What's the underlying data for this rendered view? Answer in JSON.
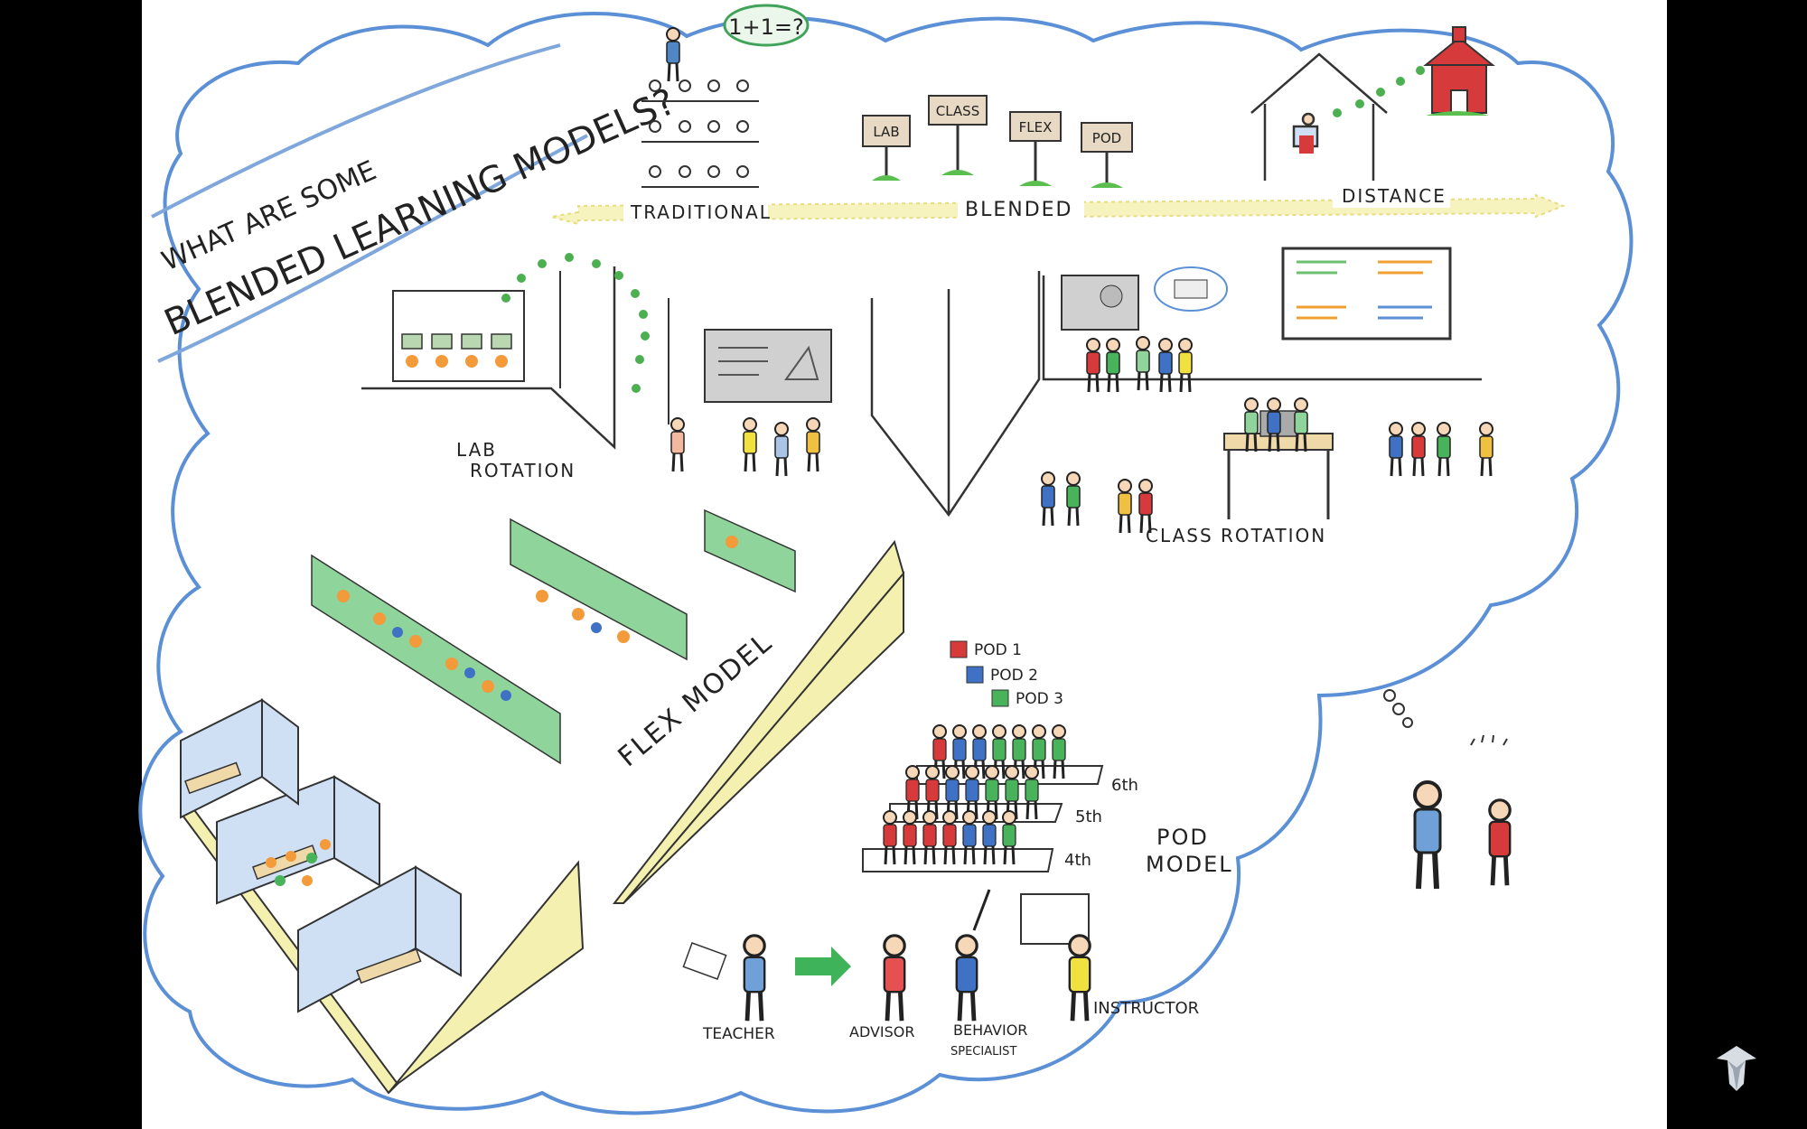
{
  "title": {
    "line1": "WHAT ARE SOME",
    "line2": "BLENDED LEARNING MODELS?"
  },
  "thought_bubble": "1+1=?",
  "spectrum": {
    "traditional": "TRADITIONAL",
    "blended": "BLENDED",
    "distance": "DISTANCE"
  },
  "signs": [
    "LAB",
    "CLASS",
    "FLEX",
    "POD"
  ],
  "models": {
    "lab_rotation": [
      "LAB",
      "ROTATION"
    ],
    "class_rotation": "CLASS ROTATION",
    "flex_model": "FLEX MODEL",
    "pod_model": [
      "POD",
      "MODEL"
    ]
  },
  "pod_legend": [
    {
      "label": "POD 1",
      "color": "#d63a3a"
    },
    {
      "label": "POD 2",
      "color": "#3f72c4"
    },
    {
      "label": "POD 3",
      "color": "#48b35a"
    }
  ],
  "grades": [
    "6th",
    "5th",
    "4th"
  ],
  "roles": {
    "teacher": "TEACHER",
    "advisor": "ADVISOR",
    "behavior": [
      "BEHAVIOR",
      "SPECIALIST"
    ],
    "instructor": "INSTRUCTOR"
  },
  "colors": {
    "cloud": "#ffffff",
    "cloud_outline": "#5b8fd6",
    "wall_yellow": "#f4f0b0",
    "cubicle_green": "#8fd49b",
    "room_blue": "#cfe0f5",
    "arrow_yellow": "#f7f3bf",
    "arrow_green": "#3fb35a"
  },
  "logo_icon": "brand-logo-icon"
}
